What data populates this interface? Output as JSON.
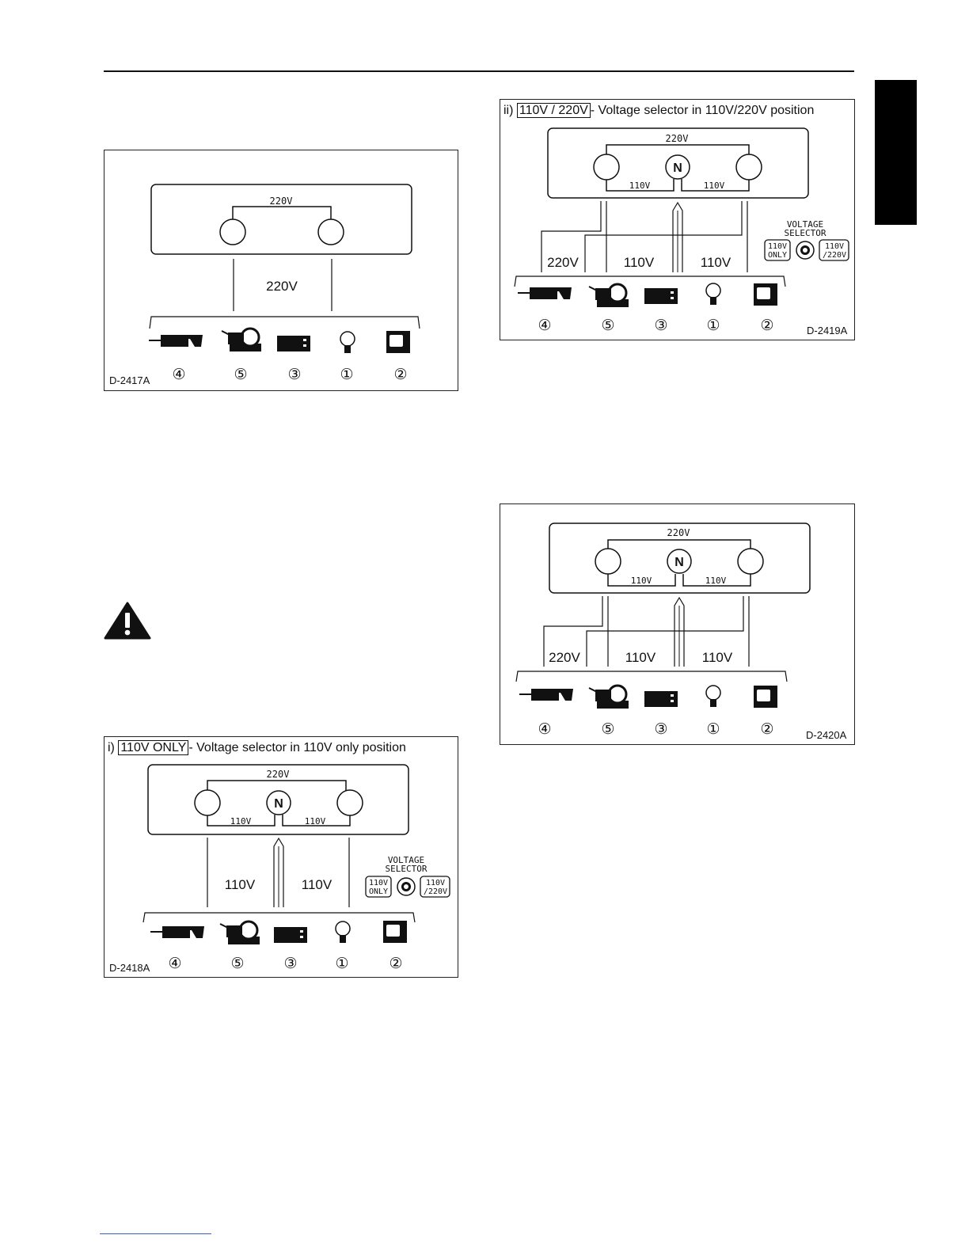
{
  "fig_d2417": {
    "code": "D-2417A",
    "top_label": "220V",
    "line_label": "220V",
    "numbers": [
      "④",
      "⑤",
      "③",
      "①",
      "②"
    ]
  },
  "fig_d2418": {
    "prefix": "i)",
    "mode": "110V ONLY",
    "caption": "- Voltage selector in 110V only position",
    "code": "D-2418A",
    "top_label": "220V",
    "left_coil": "110V",
    "right_coil": "110V",
    "neutral": "N",
    "line_left": "110V",
    "line_right": "110V",
    "selector_title_1": "VOLTAGE",
    "selector_title_2": "SELECTOR",
    "sel_left_1": "110V",
    "sel_left_2": "ONLY",
    "sel_right_1": "110V",
    "sel_right_2": "/220V",
    "numbers": [
      "④",
      "⑤",
      "③",
      "①",
      "②"
    ]
  },
  "fig_d2419": {
    "prefix": "ii)",
    "mode": "110V / 220V",
    "caption": "- Voltage selector in 110V/220V position",
    "code": "D-2419A",
    "top_label": "220V",
    "left_coil": "110V",
    "right_coil": "110V",
    "neutral": "N",
    "line_a": "220V",
    "line_b": "110V",
    "line_c": "110V",
    "selector_title_1": "VOLTAGE",
    "selector_title_2": "SELECTOR",
    "sel_left_1": "110V",
    "sel_left_2": "ONLY",
    "sel_right_1": "110V",
    "sel_right_2": "/220V",
    "numbers": [
      "④",
      "⑤",
      "③",
      "①",
      "②"
    ]
  },
  "fig_d2420": {
    "code": "D-2420A",
    "top_label": "220V",
    "left_coil": "110V",
    "right_coil": "110V",
    "neutral": "N",
    "line_a": "220V",
    "line_b": "110V",
    "line_c": "110V",
    "numbers": [
      "④",
      "⑤",
      "③",
      "①",
      "②"
    ]
  },
  "icons": [
    "drill-icon",
    "compressor-icon",
    "heater-icon",
    "light-bulb-icon",
    "television-icon",
    "warning-icon",
    "selector-knob-icon"
  ]
}
